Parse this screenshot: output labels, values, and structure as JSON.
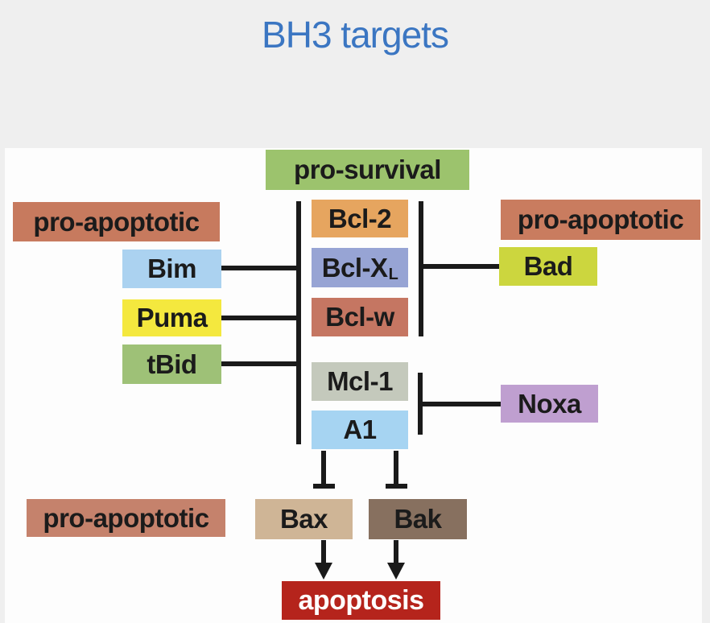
{
  "title": "BH3 targets",
  "colors": {
    "title": "#3b76c2",
    "page_bg": "#efefef",
    "canvas_bg": "#fdfdfd",
    "line": "#1a1a1a",
    "text": "#1b1b1b"
  },
  "group_labels": {
    "pro_survival": {
      "label": "pro-survival",
      "color": "#9cc36d"
    },
    "pro_apoptotic_left": {
      "label": "pro-apoptotic",
      "color": "#c77a5e"
    },
    "pro_apoptotic_right": {
      "label": "pro-apoptotic",
      "color": "#c97c5f"
    },
    "pro_apoptotic_bottom": {
      "label": "pro-apoptotic",
      "color": "#c5826c"
    }
  },
  "nodes": {
    "bim": {
      "label": "Bim",
      "color": "#abd2f0"
    },
    "puma": {
      "label": "Puma",
      "color": "#f4e83e"
    },
    "tbid": {
      "label": "tBid",
      "color": "#9ec177"
    },
    "bcl2": {
      "label": "Bcl-2",
      "color": "#e6a55f"
    },
    "bclxl": {
      "label": "Bcl-X",
      "subscript": "L",
      "color": "#97a4d4"
    },
    "bclw": {
      "label": "Bcl-w",
      "color": "#c57662"
    },
    "mcl1": {
      "label": "Mcl-1",
      "color": "#c4c9bc"
    },
    "a1": {
      "label": "A1",
      "color": "#a6d4f2"
    },
    "bad": {
      "label": "Bad",
      "color": "#ccd63e"
    },
    "noxa": {
      "label": "Noxa",
      "color": "#bf9fd0"
    },
    "bax": {
      "label": "Bax",
      "color": "#cfb596"
    },
    "bak": {
      "label": "Bak",
      "color": "#87705f"
    },
    "apoptosis": {
      "label": "apoptosis",
      "color": "#b5241c",
      "text_color": "#ffffff"
    }
  },
  "edges": [
    {
      "from": "Bim",
      "to": "Bcl-2, Bcl-XL, Bcl-w, Mcl-1, A1",
      "type": "inhibition"
    },
    {
      "from": "Puma",
      "to": "Bcl-2, Bcl-XL, Bcl-w, Mcl-1, A1",
      "type": "inhibition"
    },
    {
      "from": "tBid",
      "to": "Bcl-2, Bcl-XL, Bcl-w, Mcl-1, A1",
      "type": "inhibition"
    },
    {
      "from": "Bad",
      "to": "Bcl-2, Bcl-XL, Bcl-w",
      "type": "inhibition"
    },
    {
      "from": "Noxa",
      "to": "Mcl-1, A1",
      "type": "inhibition"
    },
    {
      "from": "pro-survival proteins",
      "to": "Bax",
      "type": "inhibition"
    },
    {
      "from": "pro-survival proteins",
      "to": "Bak",
      "type": "inhibition"
    },
    {
      "from": "Bax",
      "to": "apoptosis",
      "type": "activation"
    },
    {
      "from": "Bak",
      "to": "apoptosis",
      "type": "activation"
    }
  ]
}
